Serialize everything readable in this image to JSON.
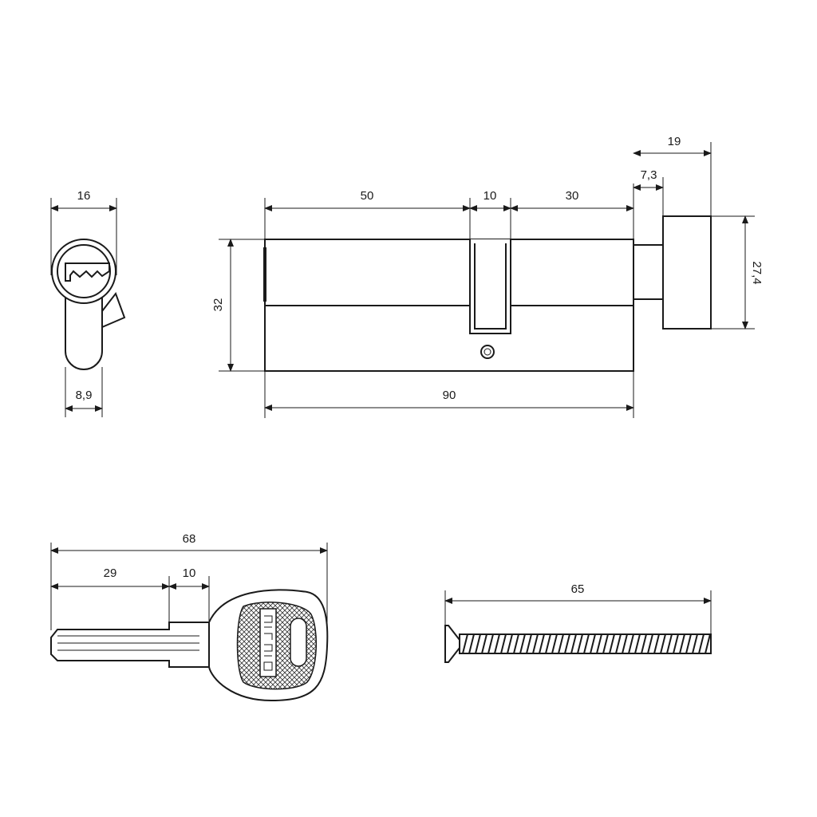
{
  "drawing": {
    "front_view": {
      "width": "16",
      "bottom_width": "8,9"
    },
    "cylinder": {
      "half_a": "50",
      "cam": "10",
      "half_b": "30",
      "height": "32",
      "total_length": "90"
    },
    "knob": {
      "width": "19",
      "offset": "7,3",
      "diameter": "27,4"
    },
    "key": {
      "total_length": "68",
      "blade": "29",
      "shoulder": "10"
    },
    "screw": {
      "length": "65"
    }
  }
}
